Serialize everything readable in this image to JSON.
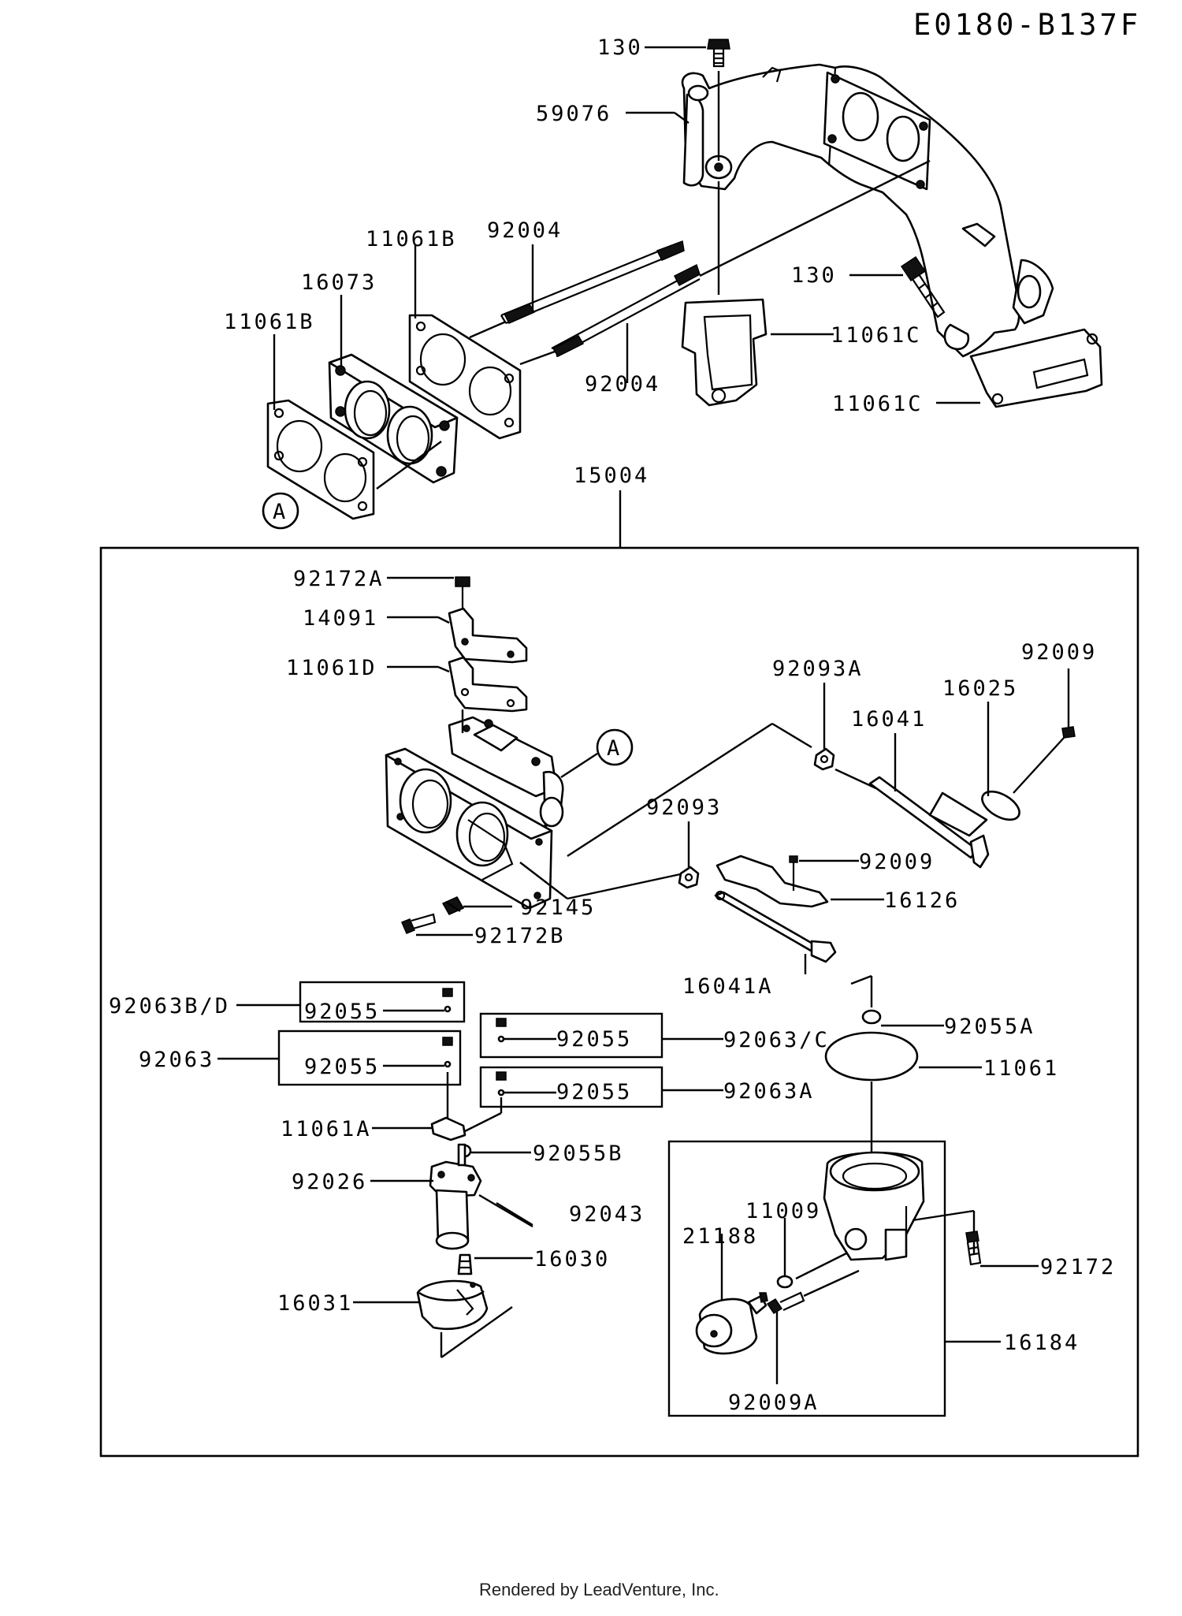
{
  "diagram_code": "E0180-B137F",
  "footer": "Rendered by LeadVenture, Inc.",
  "ref_marker": "A",
  "callouts": [
    {
      "id": "c130a",
      "text": "130"
    },
    {
      "id": "c59076",
      "text": "59076"
    },
    {
      "id": "c11061b1",
      "text": "11061B"
    },
    {
      "id": "c92004a",
      "text": "92004"
    },
    {
      "id": "c16073",
      "text": "16073"
    },
    {
      "id": "c11061b2",
      "text": "11061B"
    },
    {
      "id": "c130b",
      "text": "130"
    },
    {
      "id": "c11061c1",
      "text": "11061C"
    },
    {
      "id": "c92004b",
      "text": "92004"
    },
    {
      "id": "c11061c2",
      "text": "11061C"
    },
    {
      "id": "c15004",
      "text": "15004"
    },
    {
      "id": "c92172a",
      "text": "92172A"
    },
    {
      "id": "c14091",
      "text": "14091"
    },
    {
      "id": "c11061d",
      "text": "11061D"
    },
    {
      "id": "c92093a",
      "text": "92093A"
    },
    {
      "id": "c92009a1",
      "text": "92009"
    },
    {
      "id": "c16025",
      "text": "16025"
    },
    {
      "id": "c16041",
      "text": "16041"
    },
    {
      "id": "c92093",
      "text": "92093"
    },
    {
      "id": "c92009b",
      "text": "92009"
    },
    {
      "id": "c16126",
      "text": "16126"
    },
    {
      "id": "c92145",
      "text": "92145"
    },
    {
      "id": "c92172b",
      "text": "92172B"
    },
    {
      "id": "c16041a",
      "text": "16041A"
    },
    {
      "id": "c92063bd",
      "text": "92063B/D"
    },
    {
      "id": "c92055box1",
      "text": "92055"
    },
    {
      "id": "c92055box2",
      "text": "92055"
    },
    {
      "id": "c92063c",
      "text": "92063/C"
    },
    {
      "id": "c92055a",
      "text": "92055A"
    },
    {
      "id": "c92063",
      "text": "92063"
    },
    {
      "id": "c92055box3",
      "text": "92055"
    },
    {
      "id": "c11061",
      "text": "11061"
    },
    {
      "id": "c92055box4",
      "text": "92055"
    },
    {
      "id": "c92063a",
      "text": "92063A"
    },
    {
      "id": "c11061a",
      "text": "11061A"
    },
    {
      "id": "c92055b",
      "text": "92055B"
    },
    {
      "id": "c92026",
      "text": "92026"
    },
    {
      "id": "c92043",
      "text": "92043"
    },
    {
      "id": "c11009",
      "text": "11009"
    },
    {
      "id": "c21188",
      "text": "21188"
    },
    {
      "id": "c16030",
      "text": "16030"
    },
    {
      "id": "c92172",
      "text": "92172"
    },
    {
      "id": "c16031",
      "text": "16031"
    },
    {
      "id": "c16184",
      "text": "16184"
    },
    {
      "id": "c92009a2",
      "text": "92009A"
    }
  ]
}
